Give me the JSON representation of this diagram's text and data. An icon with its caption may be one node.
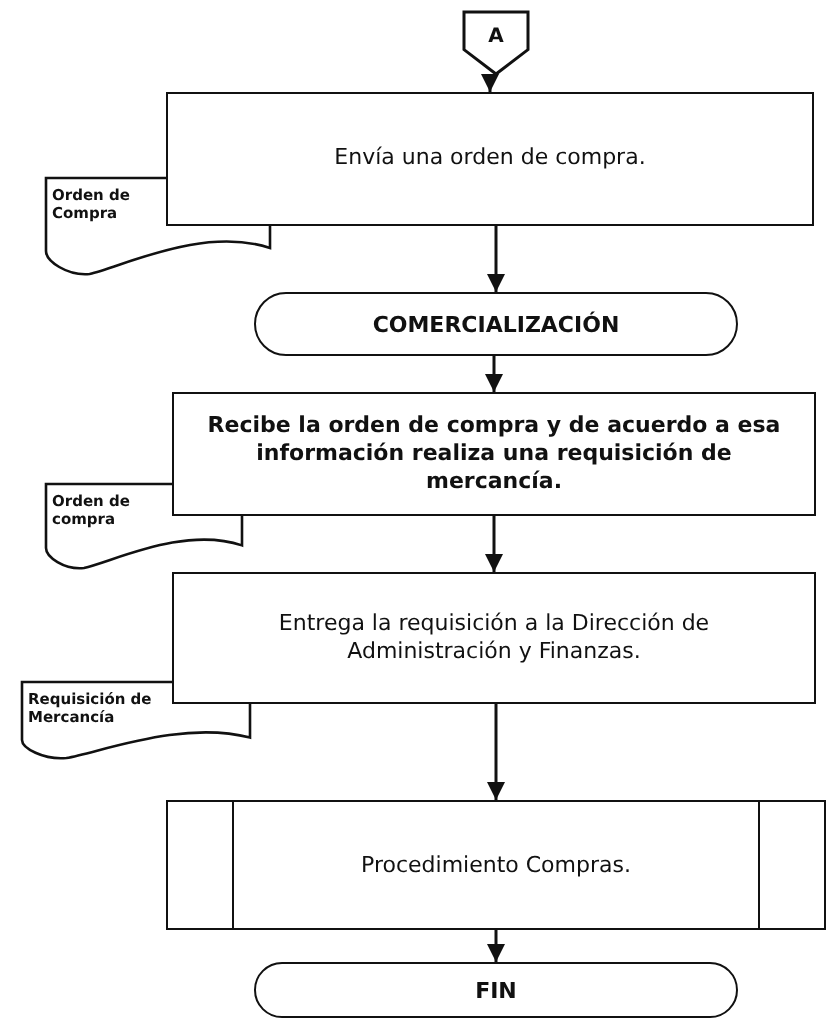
{
  "diagram": {
    "nodes": [
      {
        "text": [
          "A"
        ]
      },
      {
        "text": [
          "Envía una orden de compra."
        ]
      },
      {
        "text": [
          "Orden de Compra"
        ]
      },
      {
        "text": [
          "COMERCIALIZACIÓN"
        ]
      },
      {
        "text": [
          "Recibe la orden de compra y de acuerdo a esa información realiza una requisición de mercancía."
        ]
      },
      {
        "text": [
          "Orden de compra"
        ]
      },
      {
        "text": [
          "Entrega la requisición a la Dirección de Administración y Finanzas."
        ]
      },
      {
        "text": [
          "Requisición de Mercancía"
        ]
      },
      {
        "text": [
          "Procedimiento Compras."
        ]
      },
      {
        "text": [
          "FIN"
        ]
      }
    ],
    "edges": [
      {
        "from": 0,
        "to": 1,
        "arrow": "to"
      },
      {
        "from": 1,
        "to": 3,
        "arrow": "to"
      },
      {
        "from": 3,
        "to": 4,
        "arrow": "to"
      },
      {
        "from": 4,
        "to": 6,
        "arrow": "to"
      },
      {
        "from": 6,
        "to": 8,
        "arrow": "to"
      },
      {
        "from": 8,
        "to": 9,
        "arrow": "to"
      }
    ]
  }
}
